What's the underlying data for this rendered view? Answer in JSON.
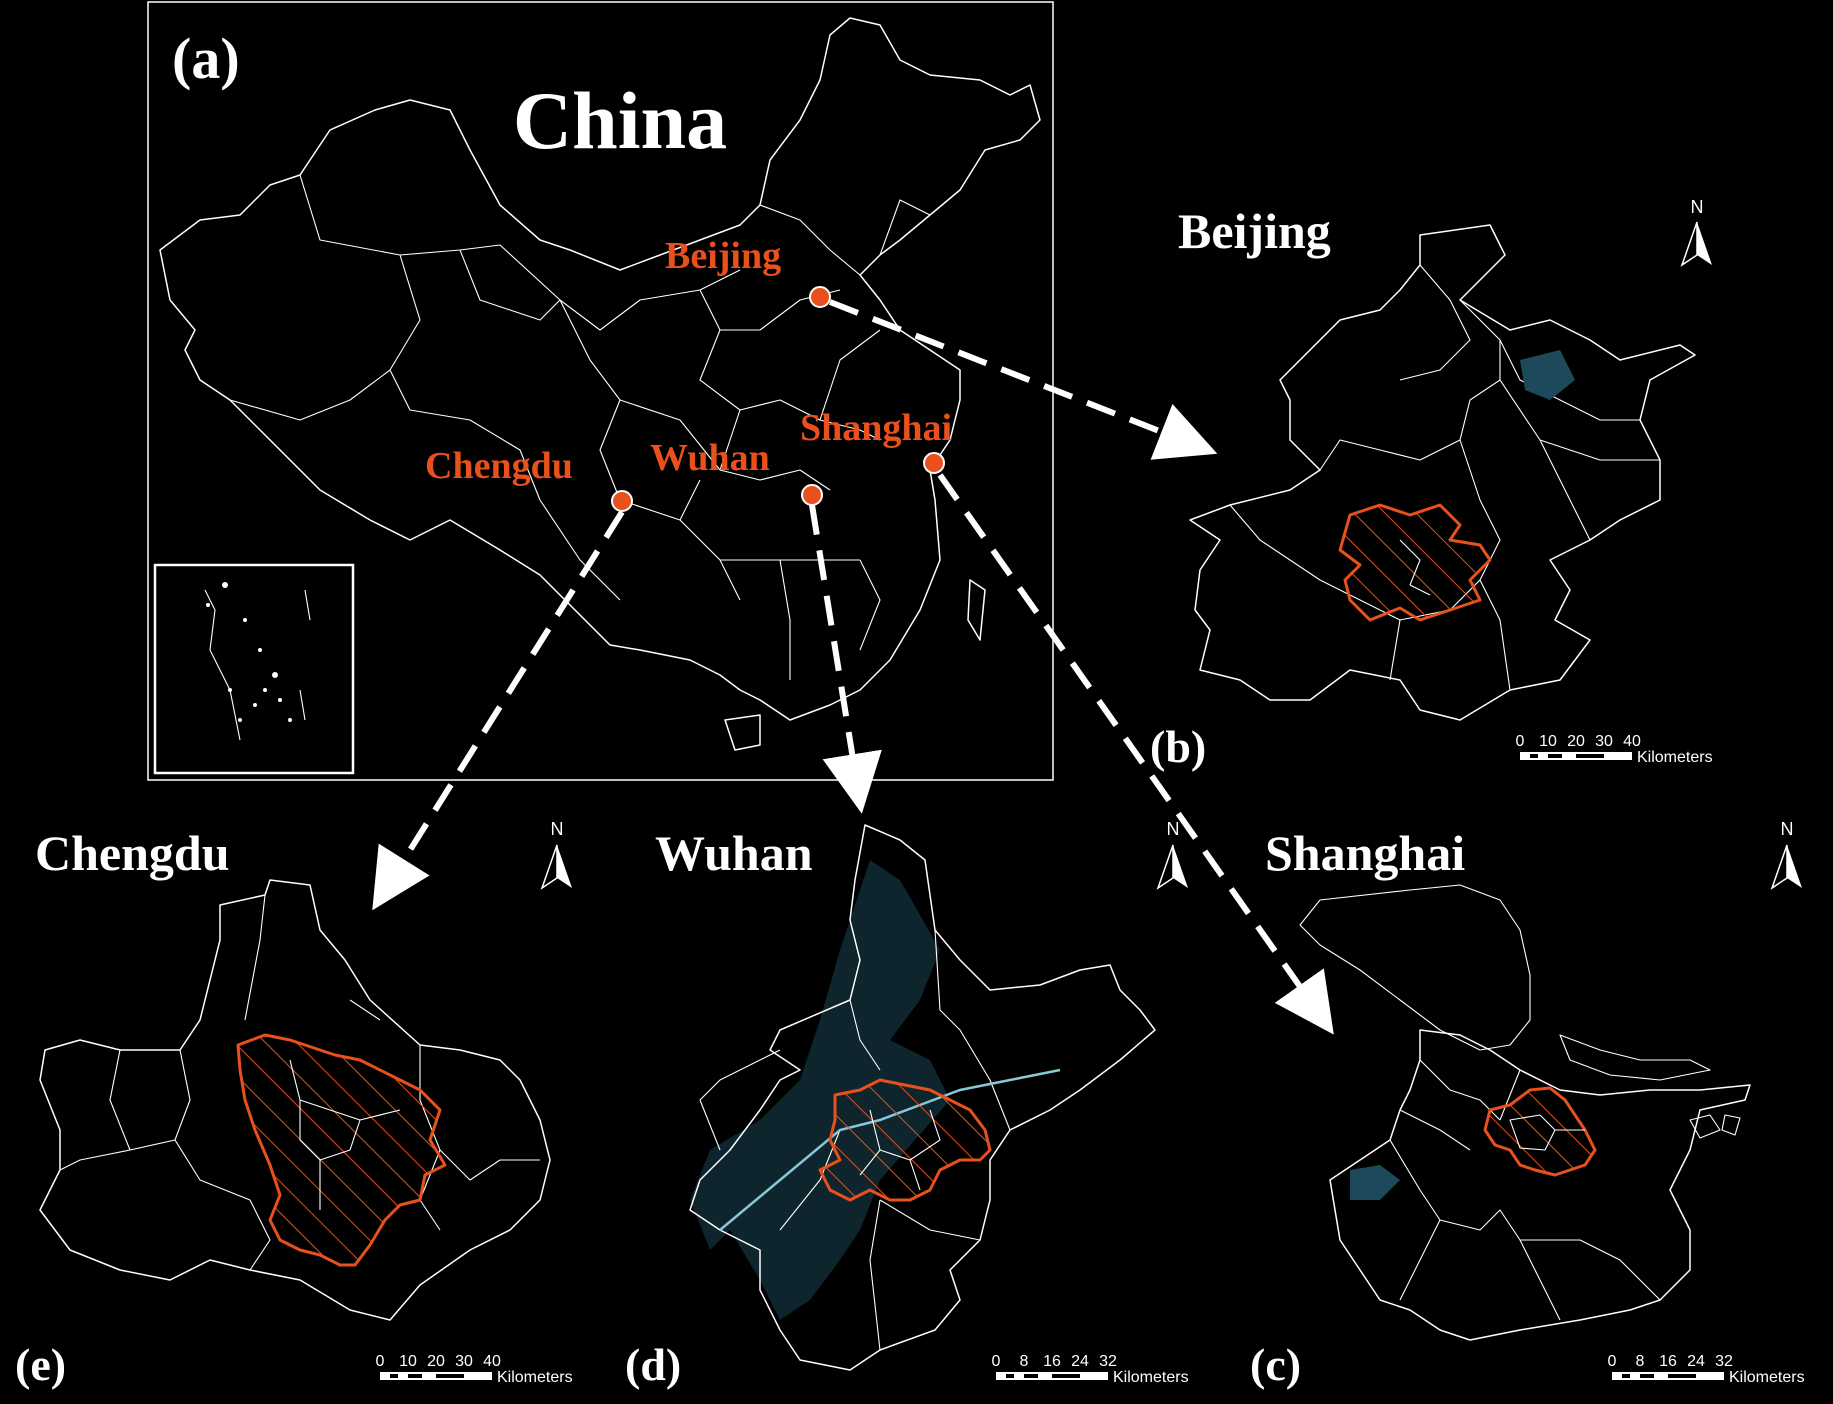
{
  "colors": {
    "background": "#000000",
    "boundary": "#ffffff",
    "highlight": "#e8501c",
    "water": "#1c4a5a"
  },
  "panel_a": {
    "label": "(a)",
    "title": "China",
    "cities": {
      "beijing": "Beijing",
      "shanghai": "Shanghai",
      "wuhan": "Wuhan",
      "chengdu": "Chengdu"
    }
  },
  "panel_b": {
    "label": "(b)",
    "title": "Beijing",
    "north": "N",
    "scale_ticks": [
      "0",
      "10",
      "20",
      "30",
      "40"
    ],
    "scale_unit": "Kilometers"
  },
  "panel_c": {
    "label": "(c)",
    "title": "Shanghai",
    "north": "N",
    "scale_ticks": [
      "0",
      "8",
      "16",
      "24",
      "32"
    ],
    "scale_unit": "Kilometers"
  },
  "panel_d": {
    "label": "(d)",
    "title": "Wuhan",
    "north": "N",
    "scale_ticks": [
      "0",
      "8",
      "16",
      "24",
      "32"
    ],
    "scale_unit": "Kilometers"
  },
  "panel_e": {
    "label": "(e)",
    "title": "Chengdu",
    "north": "N",
    "scale_ticks": [
      "0",
      "10",
      "20",
      "30",
      "40"
    ],
    "scale_unit": "Kilometers"
  }
}
